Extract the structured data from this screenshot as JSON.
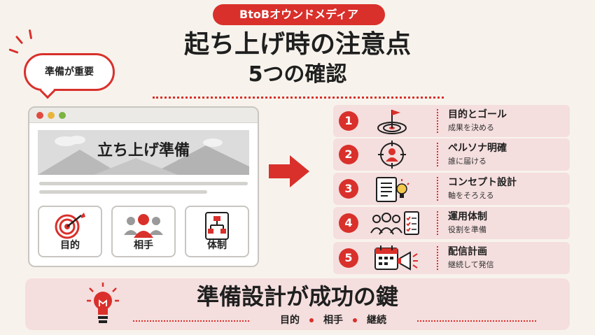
{
  "badge": "BtoBオウンドメディア",
  "title": {
    "line1": "起ち上げ時の注意点",
    "line2": "5つの確認"
  },
  "bubble": "準備が重要",
  "browser": {
    "hero": "立ち上げ準備",
    "cards": [
      {
        "label": "目的",
        "icon": "target-icon"
      },
      {
        "label": "相手",
        "icon": "people-icon"
      },
      {
        "label": "体制",
        "icon": "org-chart-icon"
      }
    ]
  },
  "steps": [
    {
      "num": "1",
      "title": "目的とゴール",
      "sub": "成果を決める",
      "icon": "target-flag-icon"
    },
    {
      "num": "2",
      "title": "ペルソナ明確",
      "sub": "誰に届ける",
      "icon": "persona-target-icon"
    },
    {
      "num": "3",
      "title": "コンセプト設計",
      "sub": "軸をそろえる",
      "icon": "document-bulb-icon"
    },
    {
      "num": "4",
      "title": "運用体制",
      "sub": "役割を準備",
      "icon": "team-checklist-icon"
    },
    {
      "num": "5",
      "title": "配信計画",
      "sub": "継続して発信",
      "icon": "calendar-megaphone-icon"
    }
  ],
  "banner": {
    "main": "準備設計が成功の鍵",
    "keywords": [
      "目的",
      "相手",
      "継続"
    ]
  },
  "colors": {
    "accent": "#d9302b",
    "background": "#f7f3ec",
    "panel": "#f5dede"
  }
}
